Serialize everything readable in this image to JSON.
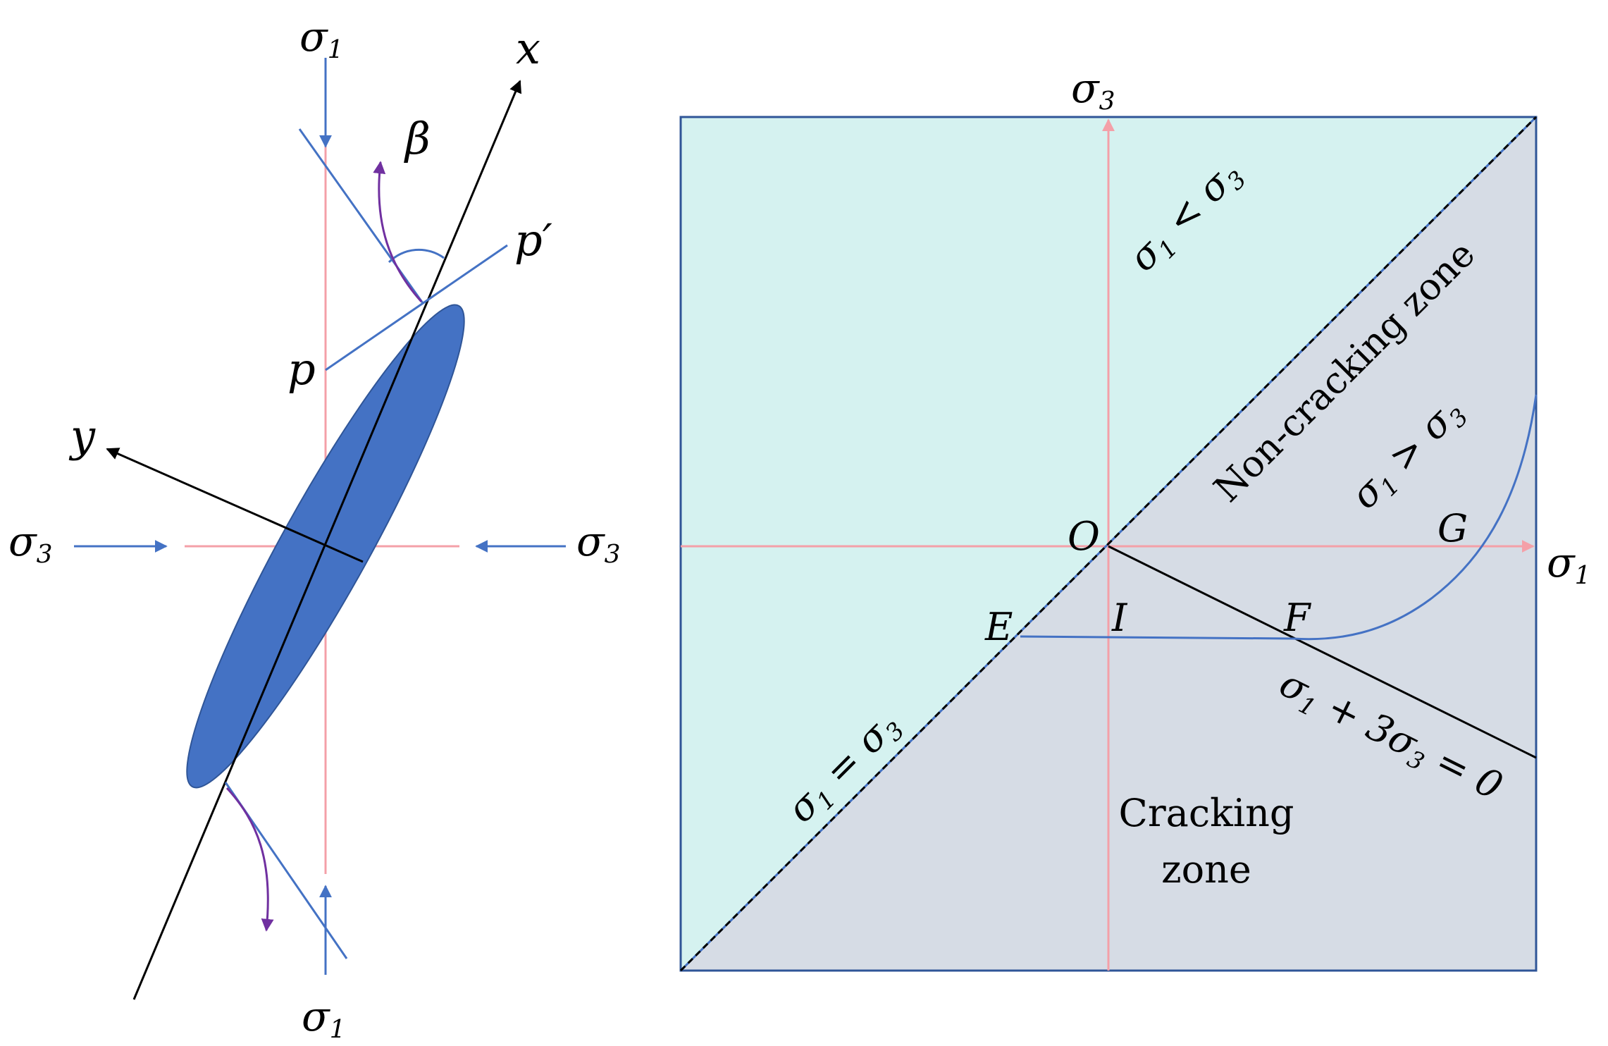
{
  "colors": {
    "blue_line": "#4472C4",
    "ellipse_fill": "#4472C4",
    "pink_axis": "#F4A0A8",
    "arrow_purple": "#7030A0",
    "region_cyan": "#D5F2F0",
    "region_gray": "#D6DCE5",
    "black": "#000000"
  },
  "left_diagram": {
    "top_stress": {
      "sym": "σ",
      "sub": "1"
    },
    "bottom_stress": {
      "sym": "σ",
      "sub": "1"
    },
    "left_stress": {
      "sym": "σ",
      "sub": "3"
    },
    "right_stress": {
      "sym": "σ",
      "sub": "3"
    },
    "x_axis_label": "x",
    "y_axis_label": "y",
    "angle_label": "β",
    "p_label": "p",
    "p_prime_label": "p′"
  },
  "right_diagram": {
    "vertical_axis": {
      "sym": "σ",
      "sub": "3"
    },
    "horizontal_axis": {
      "sym": "σ",
      "sub": "1"
    },
    "origin_label": "O",
    "point_E": "E",
    "point_I": "I",
    "point_F": "F",
    "point_G": "G",
    "region_upper": {
      "sym1": "σ",
      "sub1": "1",
      "op": " < ",
      "sym2": "σ",
      "sub2": "3"
    },
    "region_lower": {
      "sym1": "σ",
      "sub1": "1",
      "op": " > ",
      "sym2": "σ",
      "sub2": "3"
    },
    "diagonal_eq": {
      "sym1": "σ",
      "sub1": "1",
      "op": " = ",
      "sym2": "σ",
      "sub2": "3"
    },
    "line_eq": {
      "sym1": "σ",
      "sub1": "1",
      "op": " + 3",
      "sym2": "σ",
      "sub2": "3",
      "tail": " = 0"
    },
    "non_cracking_zone": "Non-cracking zone",
    "cracking_zone_line1": "Cracking",
    "cracking_zone_line2": "zone"
  }
}
